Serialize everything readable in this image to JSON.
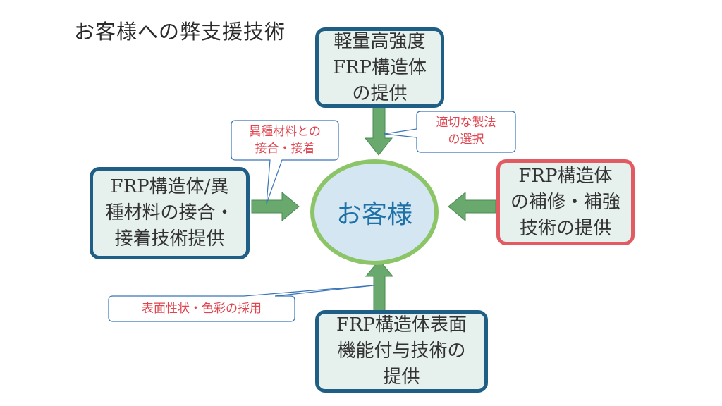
{
  "title": "お客様への弊支援技術",
  "center": {
    "label": "お客様"
  },
  "boxes": {
    "top": "軽量高強度\nFRP構造体\nの提供",
    "left": "FRP構造体/異\n種材料の接合・\n接着技術提供",
    "right": "FRP構造体\nの補修・補強\n技術の提供",
    "bottom": "FRP構造体表面\n機能付与技術の\n提供"
  },
  "callouts": {
    "top_right": "適切な製法\nの選択",
    "top_left": "異種材料との\n接合・接着",
    "bottom_left": "表面性状・色彩の採用"
  },
  "colors": {
    "box_border": "#1f5f86",
    "box_border_highlight": "#e25b63",
    "box_fill": "#e6f0ec",
    "arrow_fill": "#6aa96e",
    "ellipse_border": "#8cc567",
    "ellipse_fill": "#d4e6f2",
    "callout_text": "#e0444f",
    "callout_border": "#3a75b8"
  }
}
